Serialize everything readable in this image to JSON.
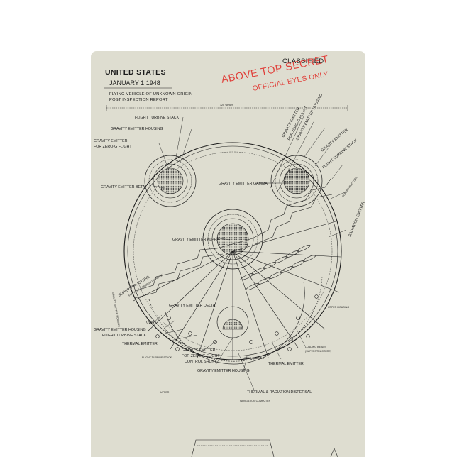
{
  "header": {
    "country": "UNITED STATES",
    "date": "JANUARY 1 1948",
    "title_line1": "FLYING VEHICLE OF UNKNOWN ORIGIN",
    "title_line2": "POST INSPECTION REPORT",
    "classification": "CLASSIFIED"
  },
  "stamp": {
    "line1": "ABOVE TOP SECRET",
    "line2": "OFFICIAL EYES ONLY"
  },
  "dimension": "120 YARDS",
  "labels": {
    "flight_turbine_stack_top": "FLIGHT TURBINE STACK",
    "gravity_emitter_housing_top": "GRAVITY EMITTER HOUSING",
    "gravity_emitter_zero_g_1": "GRAVITY EMITTER",
    "gravity_emitter_zero_g_2": "FOR ZERO-G FLIGHT",
    "gravity_emitter_beta": "GRAVITY EMITTER BETA",
    "gravity_emitter_gamma": "GRAVITY EMITTER GAMMA",
    "gravity_emitter_alpha": "GRAVITY EMITTER ALPHA",
    "gravity_emitter_delta": "GRAVITY EMITTER DELTA",
    "superstructure": "SUPERSTRUCTURE",
    "structure_energy_dispersal": "FOR HEAT & ENERGY DISPERSAL",
    "vent": "VENT",
    "gravity_emitter_housing_left": "GRAVITY EMITTER HOUSING",
    "flight_turbine_stack_left": "FLIGHT TURBINE STACK",
    "thermal_emitter_left": "THERMAL EMITTER",
    "gravity_emitter_bottom_1": "GRAVITY EMITTER",
    "gravity_emitter_bottom_2": "FOR ZERO-G FLIGHT",
    "gravity_emitter_bottom_3": "CONTROL SHUNT",
    "flight_turbine_stack_small": "FLIGHT TURBINE STACK",
    "gravity_emitter_housing_bottom": "GRAVITY EMITTER HOUSING",
    "thermal_emitter_right": "THERMAL EMITTER",
    "upper_housing_small": "UPPER HOUSING",
    "loading_beams_1": "LOADING BEAMS",
    "loading_beams_2": "(SUPERSTRUCTURE)",
    "upper_housing_right": "UPPER HOUSING",
    "radiation_emitter": "RADIATION EMITTER",
    "superstructure_small": "SUPERSTRUCTURE",
    "flight_turbine_stack_right": "FLIGHT TURBINE STACK",
    "gravity_emitter_right": "GRAVITY EMITTER",
    "rot_gravity_emitter": "GRAVITY EMITTER",
    "rot_zero_g": "FOR ZERO-G FLIGHT",
    "rot_housing": "GRAVITY EMITTER HOUSING",
    "thermal_radiation_dispersal": "THERMAL & RADIATION DISPERSAL",
    "navigation_computer": "NAVIGATION COMPUTER",
    "upper": "UPPER",
    "vertical_left": "GRAVITY EMITTER HOUSING"
  },
  "colors": {
    "paper": "#deddd0",
    "ink": "#1c1c1c",
    "stamp_red": "#e0413b"
  }
}
